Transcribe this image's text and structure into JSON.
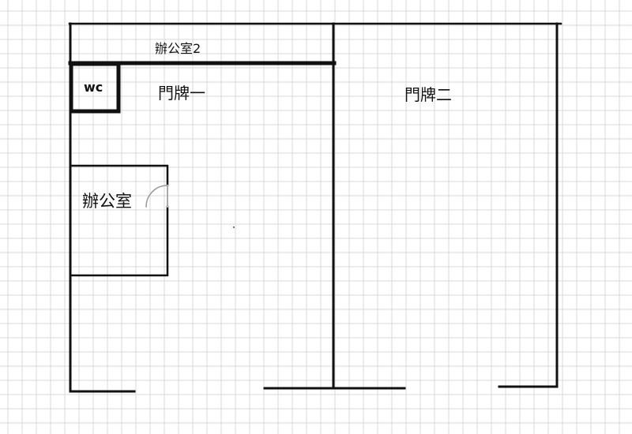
{
  "rooms": {
    "office2": "辦公室2",
    "wc": "wc",
    "unit1": "門牌一",
    "unit2": "門牌二",
    "office": "辦公室"
  },
  "colors": {
    "wall": "#111111",
    "grid": "#d9d9d9",
    "door": "#999999"
  }
}
